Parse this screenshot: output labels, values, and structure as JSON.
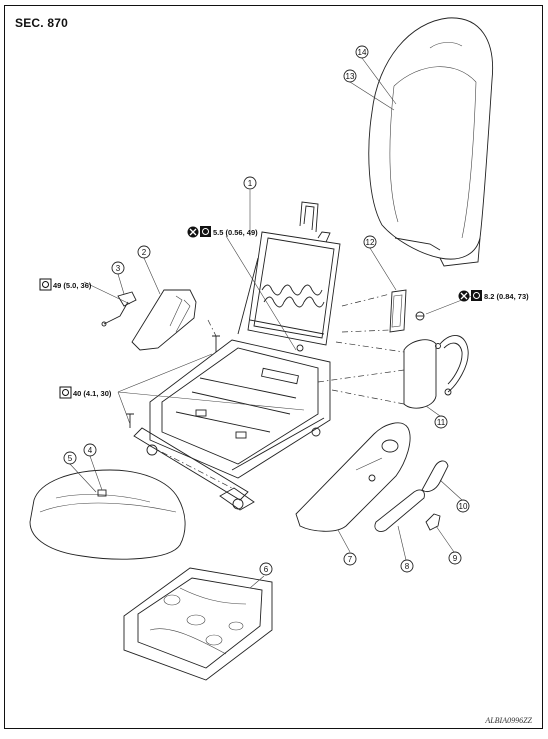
{
  "header": {
    "section": "SEC. 870"
  },
  "footer": {
    "code": "ALBIA0996ZZ"
  },
  "callouts": [
    "1",
    "2",
    "3",
    "4",
    "5",
    "6",
    "7",
    "8",
    "9",
    "10",
    "11",
    "12",
    "13",
    "14"
  ],
  "torques": {
    "t1": "5.5 (0.56, 49)",
    "t2": "8.2 (0.84, 73)",
    "t3": "49 (5.0, 36)",
    "t4": "40 (4.1, 30)"
  },
  "icons": [
    "do-not-reuse-icon",
    "torque-wrench-icon"
  ]
}
